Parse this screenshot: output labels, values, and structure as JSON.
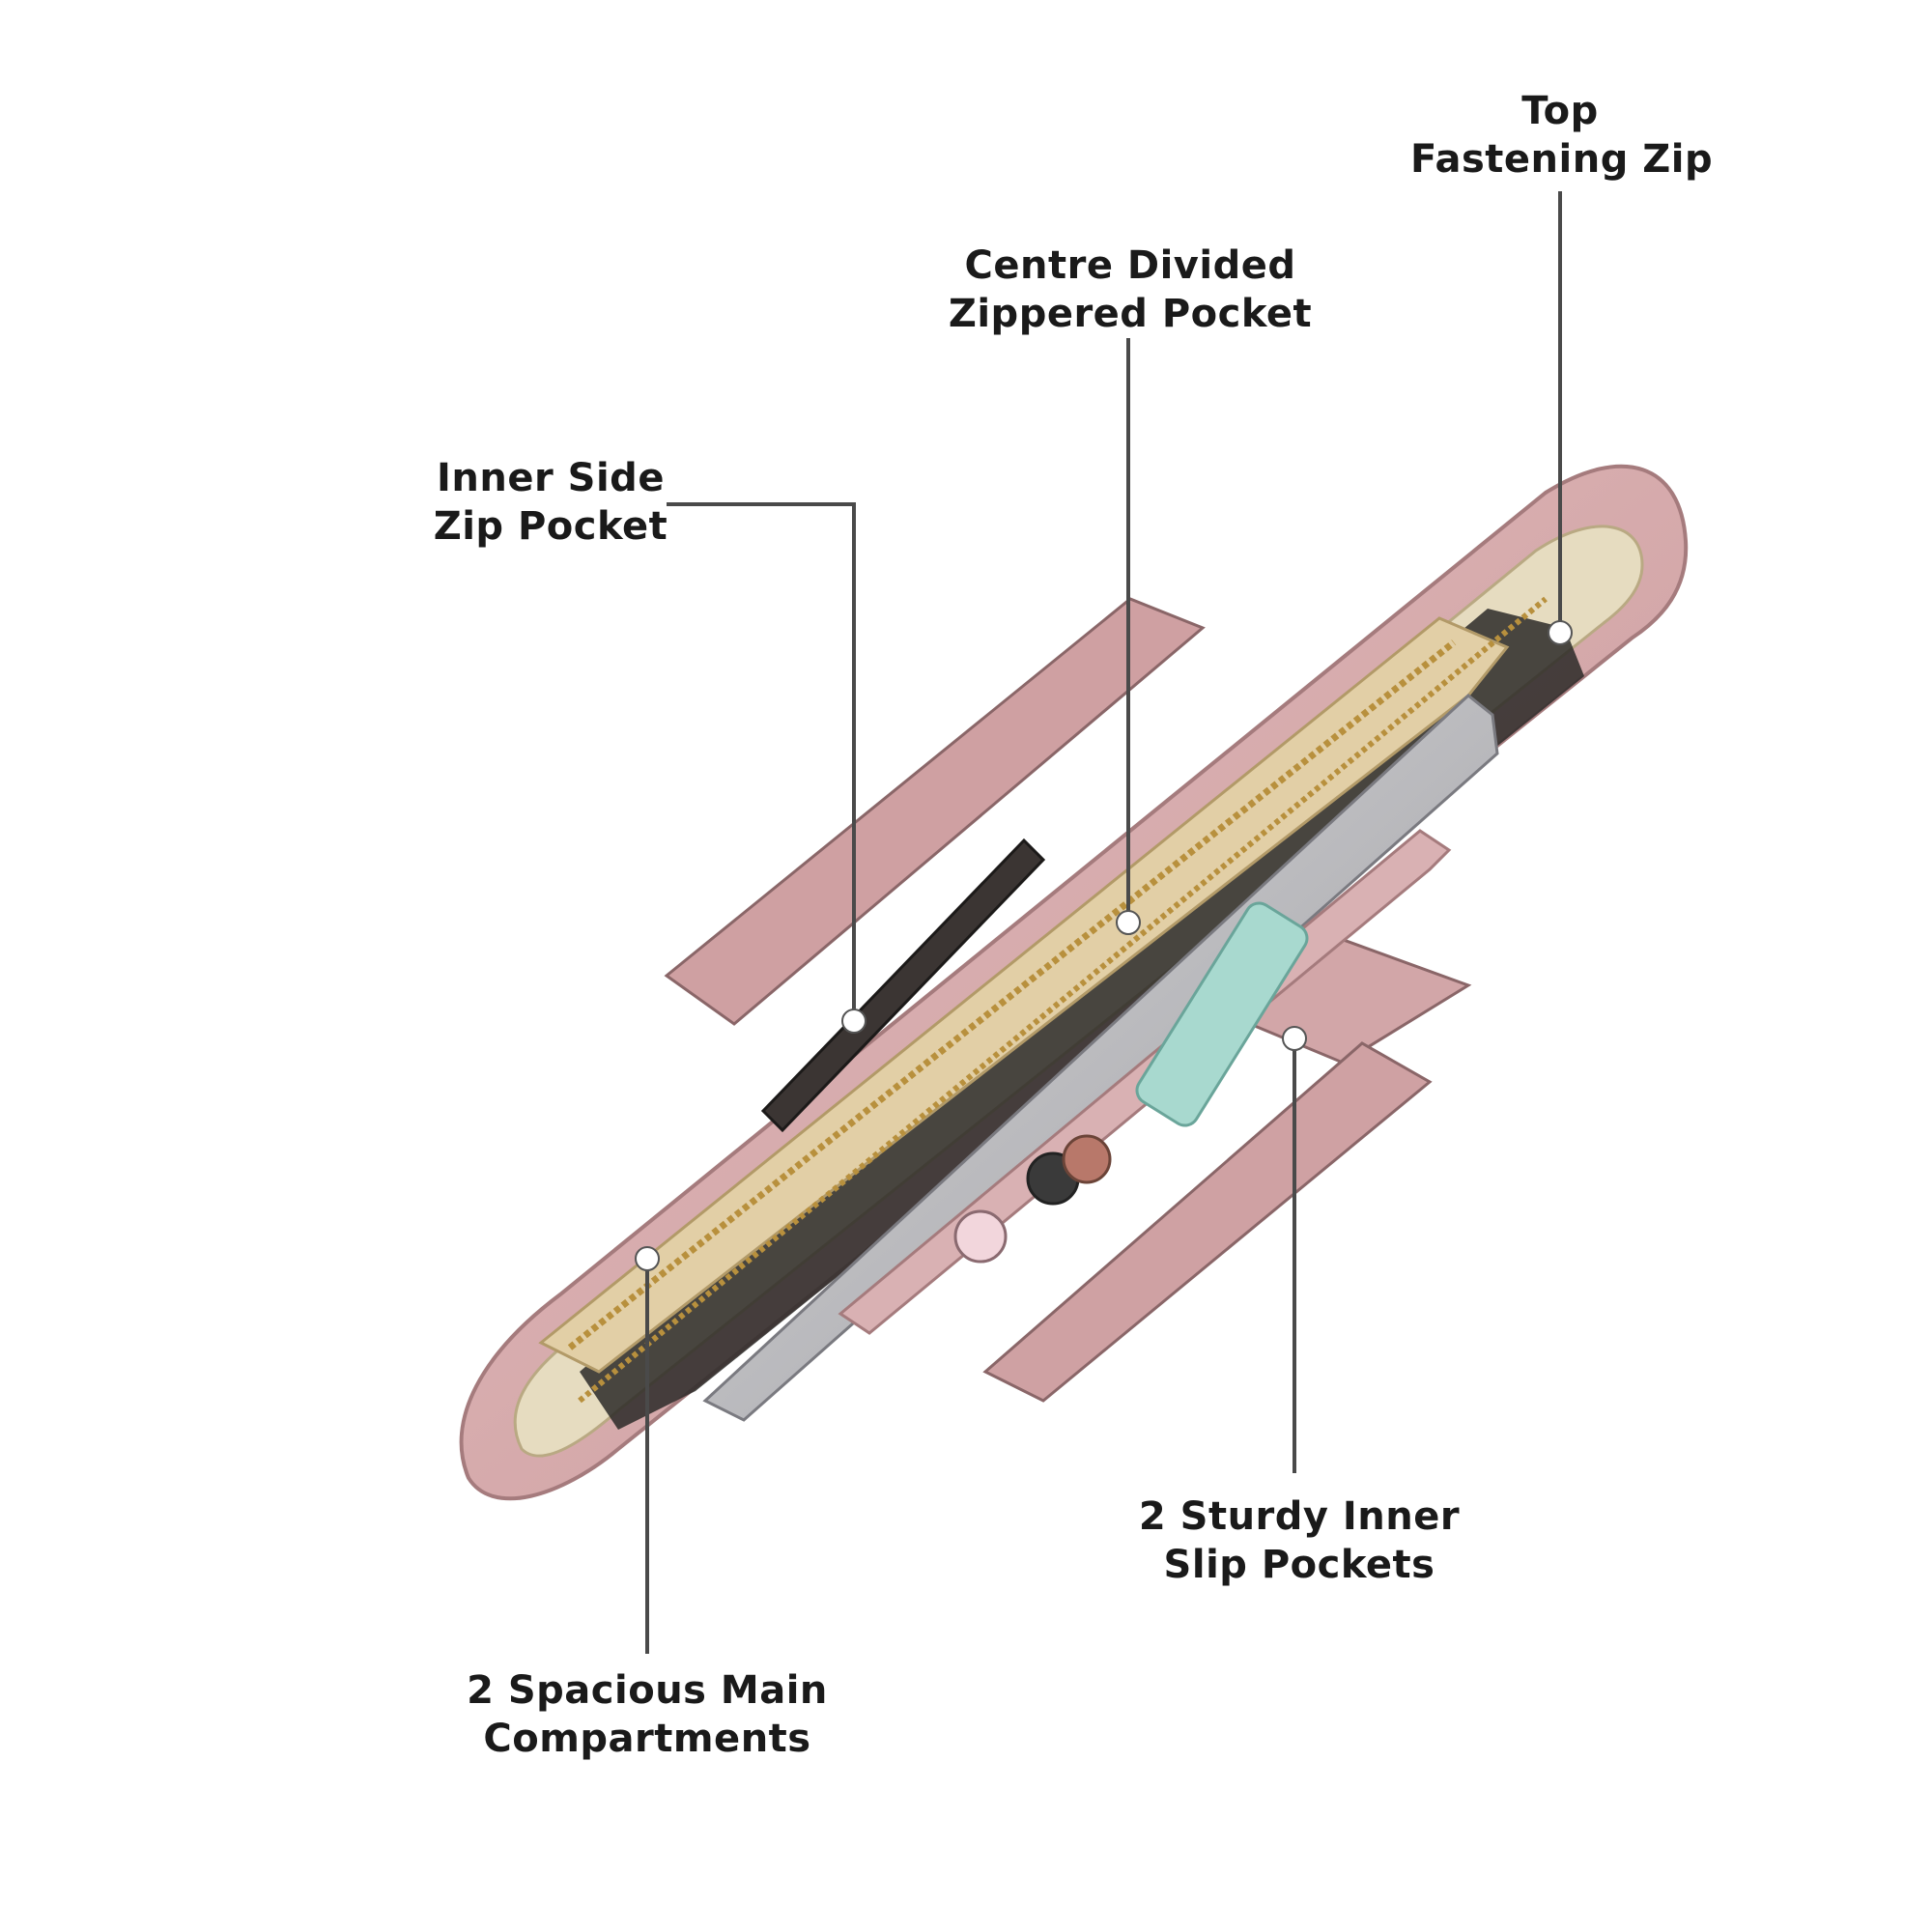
{
  "callouts": {
    "top_fastening_zip": {
      "line1": "Top",
      "line2": "Fastening Zip"
    },
    "centre_divided_pocket": {
      "line1": "Centre Divided",
      "line2": "Zippered Pocket"
    },
    "inner_side_zip_pocket": {
      "line1": "Inner Side",
      "line2": "Zip Pocket"
    },
    "sturdy_inner_slip_pockets": {
      "line1": "2 Sturdy Inner",
      "line2": "Slip Pockets"
    },
    "spacious_main_compartments": {
      "line1": "2 Spacious Main",
      "line2": "Compartments"
    }
  },
  "colors": {
    "bag_pink": "#d9aeb0",
    "bag_pink_dark": "#c99598",
    "lining": "#e6dcc0",
    "pocket_beige": "#e2cfa6",
    "zipper_gold": "#b8903d",
    "leader_line": "#4a4a4a",
    "marker": "#ffffff"
  }
}
